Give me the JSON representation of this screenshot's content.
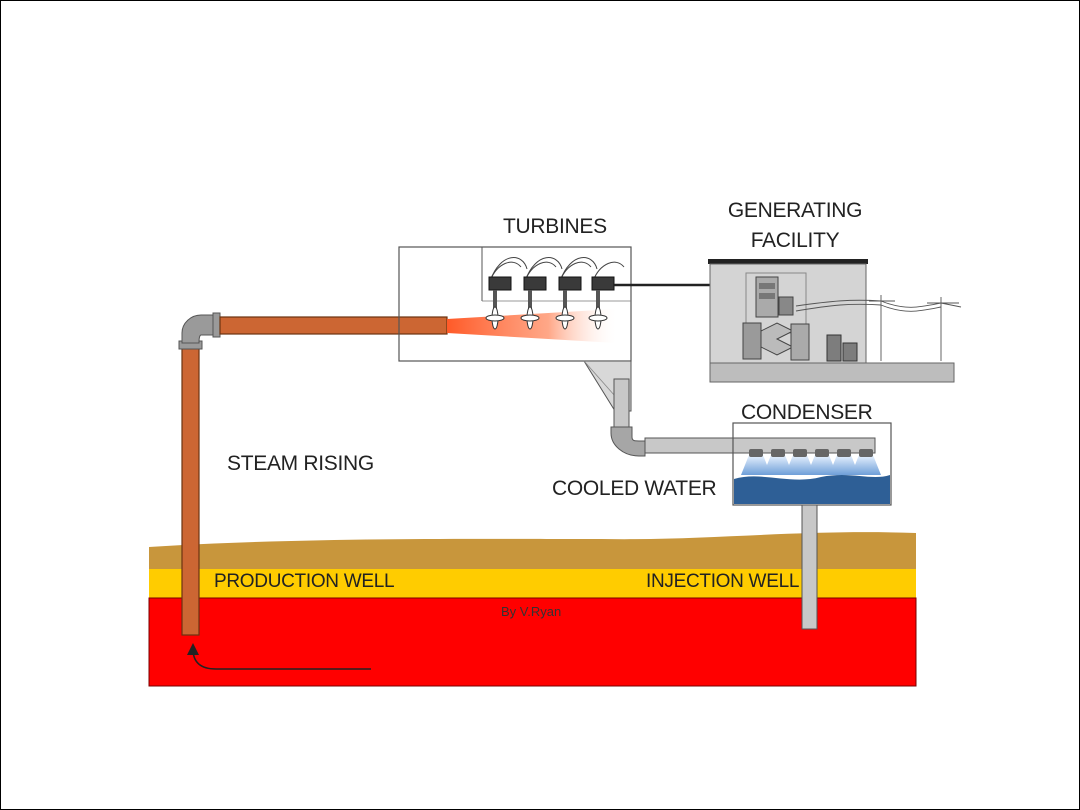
{
  "labels": {
    "turbines": "TURBINES",
    "generating_facility_line1": "GENERATING",
    "generating_facility_line2": "FACILITY",
    "condenser": "CONDENSER",
    "cooled_water": "COOLED WATER",
    "steam_rising": "STEAM RISING",
    "production_well": "PRODUCTION WELL",
    "injection_well": "INJECTION WELL",
    "credit": "By V.Ryan"
  },
  "colors": {
    "hot_rock": "#ff0000",
    "aquifer_band": "#ffcc00",
    "soil": "#c8963c",
    "steam_pipe": "#cc6633",
    "water_pipe": "#c8c8c8",
    "condenser_water": "#2e5f96",
    "building": "#d4d4d4",
    "steam_jet": "#ff7f50"
  },
  "icons": [
    "turbine-icon",
    "generator-icon",
    "power-line-icon",
    "spray-nozzle-icon",
    "flow-arrow-icon"
  ]
}
